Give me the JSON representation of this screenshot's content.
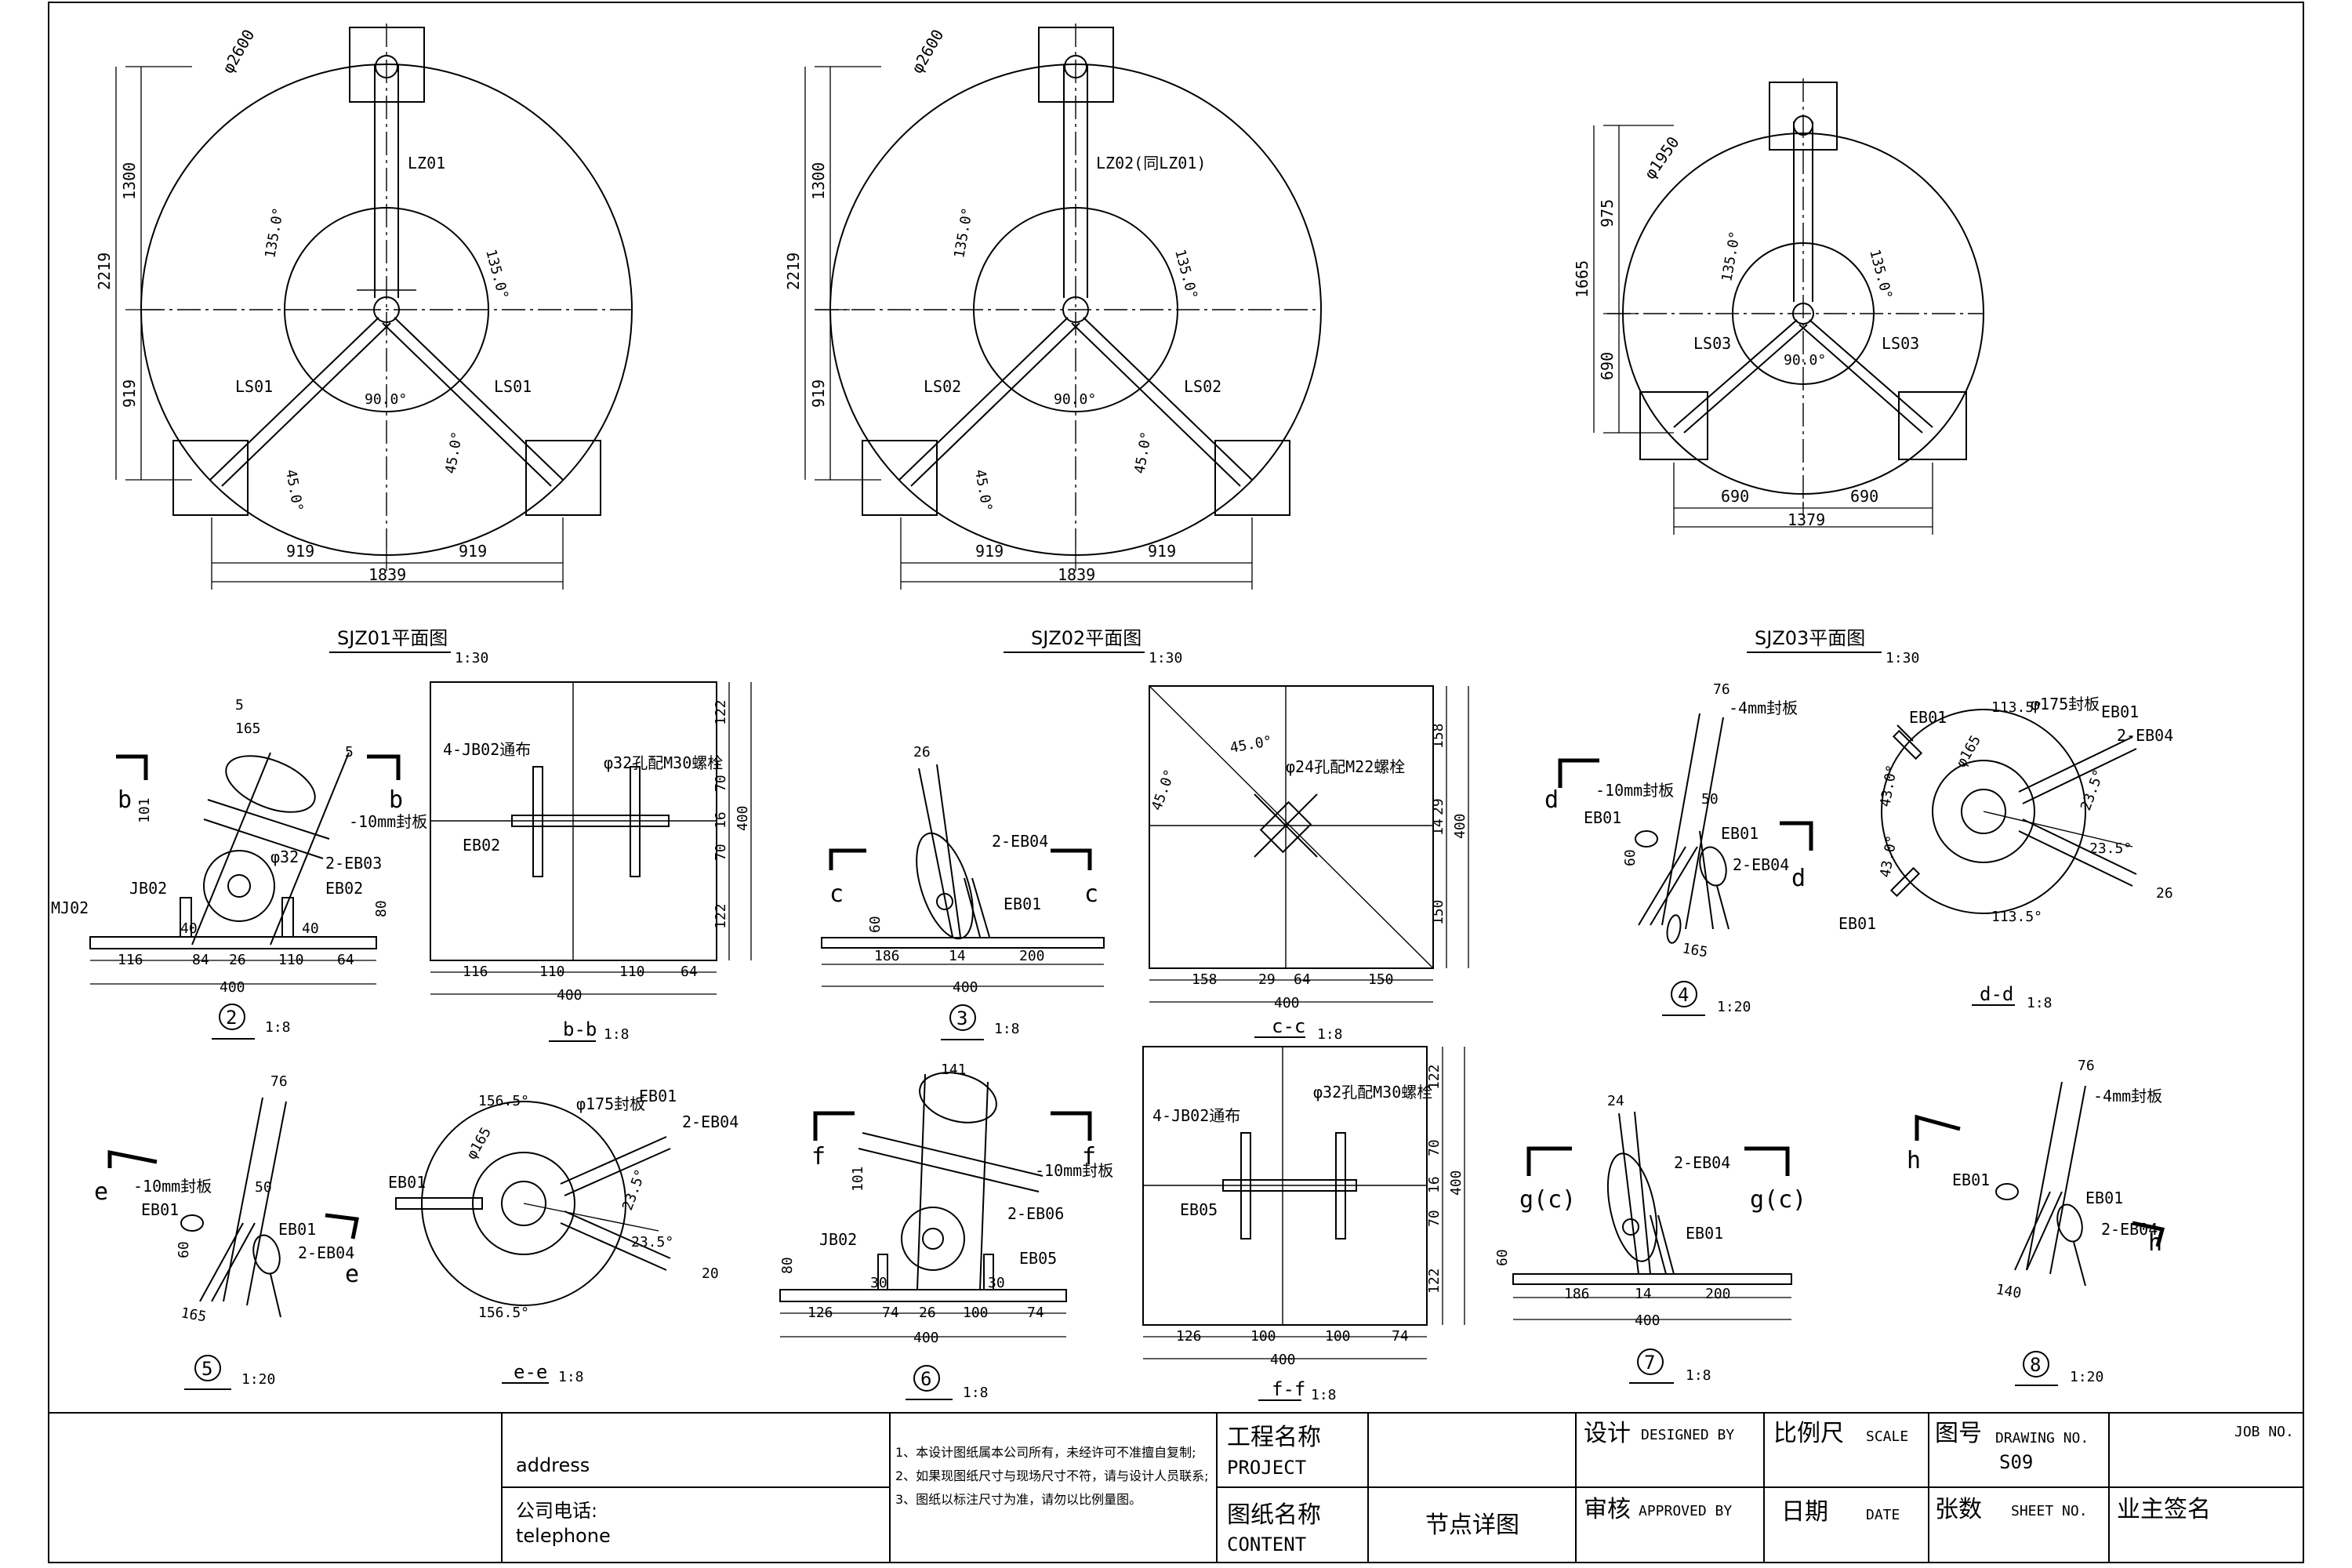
{
  "plans": [
    {
      "id": "sjz01",
      "title": "SJZ01平面图",
      "scale": "1:30",
      "diameter": "φ2600",
      "column": "LZ01",
      "left_brace": "LS01",
      "right_brace": "LS01",
      "angle_left": "135.0°",
      "angle_right": "135.0°",
      "angle_mid": "90.0°",
      "angle_45_left": "45.0°",
      "angle_45_right": "45.0°",
      "dim_total_v": "2219",
      "dim_upper": "1300",
      "dim_lower": "919",
      "dim_left": "919",
      "dim_right": "919",
      "dim_total_h": "1839"
    },
    {
      "id": "sjz02",
      "title": "SJZ02平面图",
      "scale": "1:30",
      "diameter": "φ2600",
      "column": "LZ02(同LZ01)",
      "left_brace": "LS02",
      "right_brace": "LS02",
      "angle_left": "135.0°",
      "angle_right": "135.0°",
      "angle_mid": "90.0°",
      "angle_45_left": "45.0°",
      "angle_45_right": "45.0°",
      "dim_total_v": "2219",
      "dim_upper": "1300",
      "dim_lower": "919",
      "dim_left": "919",
      "dim_right": "919",
      "dim_total_h": "1839"
    },
    {
      "id": "sjz03",
      "title": "SJZ03平面图",
      "scale": "1:30",
      "diameter": "φ1950",
      "column": "",
      "left_brace": "LS03",
      "right_brace": "LS03",
      "angle_left": "135.0°",
      "angle_right": "135.0°",
      "angle_mid": "90.0°",
      "angle_45_left": "",
      "angle_45_right": "",
      "dim_total_v": "1665",
      "dim_upper": "975",
      "dim_lower": "690",
      "dim_left": "690",
      "dim_right": "690",
      "dim_total_h": "1379"
    }
  ],
  "details": {
    "d2": {
      "num": "2",
      "scale": "1:8",
      "sec": "b",
      "plate": "-10mm封板",
      "d_top": "165",
      "d_s1": "5",
      "d_s2": "5",
      "d_side": "101",
      "circle": "φ32",
      "jb": "JB02",
      "mj": "MJ02",
      "eb03": "2-EB03",
      "eb02": "EB02",
      "d40a": "40",
      "d40b": "40",
      "d80": "80",
      "base": [
        "116",
        "84",
        "26",
        "110",
        "64"
      ],
      "total": "400"
    },
    "bb": {
      "title": "b-b",
      "scale": "1:8",
      "holes": "φ32孔配M30螺栓",
      "jb": "4-JB02通布",
      "eb": "EB02",
      "dims_h": [
        "116",
        "110",
        "110",
        "64"
      ],
      "total": "400",
      "dims_v": [
        "122",
        "70",
        "16",
        "70",
        "122"
      ],
      "total_v": "400"
    },
    "d3": {
      "num": "3",
      "scale": "1:8",
      "sec": "c",
      "d26": "26",
      "eb04": "2-EB04",
      "eb01": "EB01",
      "d60": "60",
      "base": [
        "186",
        "14",
        "200"
      ],
      "total": "400"
    },
    "cc": {
      "title": "c-c",
      "scale": "1:8",
      "holes": "φ24孔配M22螺栓",
      "ang1": "45.0°",
      "ang2": "45.0°",
      "dims_h": [
        "158",
        "29",
        "64",
        "150"
      ],
      "total": "400",
      "dims_v": [
        "158",
        "29",
        "14",
        "150"
      ],
      "total_v": "400"
    },
    "d4": {
      "num": "4",
      "scale": "1:20",
      "sec": "d",
      "d76": "76",
      "plate4": "-4mm封板",
      "plate10": "-10mm封板",
      "eb01a": "EB01",
      "eb01b": "EB01",
      "eb04": "2-EB04",
      "d165": "165",
      "d50": "50",
      "d60": "60"
    },
    "dd": {
      "title": "d-d",
      "scale": "1:8",
      "plate": "φ175封板",
      "eb01a": "EB01",
      "eb01b": "EB01",
      "eb01c": "EB01",
      "eb04": "2-EB04",
      "a113a": "113.5°",
      "a113b": "113.5°",
      "a43a": "43.0°",
      "a43b": "43.0°",
      "a23a": "23.5°",
      "a23b": "23.5°",
      "d165": "φ165",
      "d26": "26"
    },
    "d5": {
      "num": "5",
      "scale": "1:20",
      "sec": "e",
      "d76": "76",
      "plate10": "-10mm封板",
      "eb01a": "EB01",
      "eb01b": "EB01",
      "eb04": "2-EB04",
      "d165": "165",
      "d50": "50",
      "d60": "60"
    },
    "ee": {
      "title": "e-e",
      "scale": "1:8",
      "plate": "φ175封板",
      "eb01a": "EB01",
      "eb01b": "EB01",
      "eb04": "2-EB04",
      "a156a": "156.5°",
      "a156b": "156.5°",
      "a23a": "23.5°",
      "a23b": "23.5°",
      "d165": "φ165",
      "d20": "20"
    },
    "d6": {
      "num": "6",
      "scale": "1:8",
      "sec": "f",
      "d141": "141",
      "d101": "101",
      "plate": "-10mm封板",
      "jb": "JB02",
      "eb06": "2-EB06",
      "eb05": "EB05",
      "d80": "80",
      "d30a": "30",
      "d30b": "30",
      "base": [
        "126",
        "74",
        "26",
        "100",
        "74"
      ],
      "total": "400"
    },
    "ff": {
      "title": "f-f",
      "scale": "1:8",
      "holes": "φ32孔配M30螺栓",
      "jb": "4-JB02通布",
      "eb": "EB05",
      "dims_h": [
        "126",
        "100",
        "100",
        "74"
      ],
      "total": "400",
      "dims_v": [
        "122",
        "70",
        "16",
        "70",
        "122"
      ],
      "total_v": "400"
    },
    "d7": {
      "num": "7",
      "scale": "1:8",
      "sec": "g(c)",
      "d24": "24",
      "eb04": "2-EB04",
      "eb01": "EB01",
      "d60": "60",
      "base": [
        "186",
        "14",
        "200"
      ],
      "total": "400"
    },
    "d8": {
      "num": "8",
      "scale": "1:20",
      "sec": "h",
      "d76": "76",
      "plate4": "-4mm封板",
      "eb01a": "EB01",
      "eb01b": "EB01",
      "eb04": "2-EB04",
      "d140": "140"
    }
  },
  "title_block": {
    "address": "address",
    "tel_cn": "公司电话:",
    "tel_en": "telephone",
    "notes": [
      "1、本设计图纸属本公司所有，未经许可不准擅自复制;",
      "2、如果现图纸尺寸与现场尺寸不符，请与设计人员联系;",
      "3、图纸以标注尺寸为准，请勿以比例量图。"
    ],
    "project_cn": "工程名称",
    "project_en": "PROJECT",
    "content_cn": "图纸名称",
    "content_en": "CONTENT",
    "content_value": "节点详图",
    "design_cn": "设计",
    "design_en": "DESIGNED BY",
    "approve_cn": "审核",
    "approve_en": "APPROVED BY",
    "scale_cn": "比例尺",
    "scale_en": "SCALE",
    "date_cn": "日期",
    "date_en": "DATE",
    "drawing_cn": "图号",
    "drawing_en": "DRAWING NO.",
    "drawing_no": "S09",
    "sheet_cn": "张数",
    "sheet_en": "SHEET NO.",
    "job_no": "JOB NO.",
    "owner_sign": "业主签名"
  }
}
